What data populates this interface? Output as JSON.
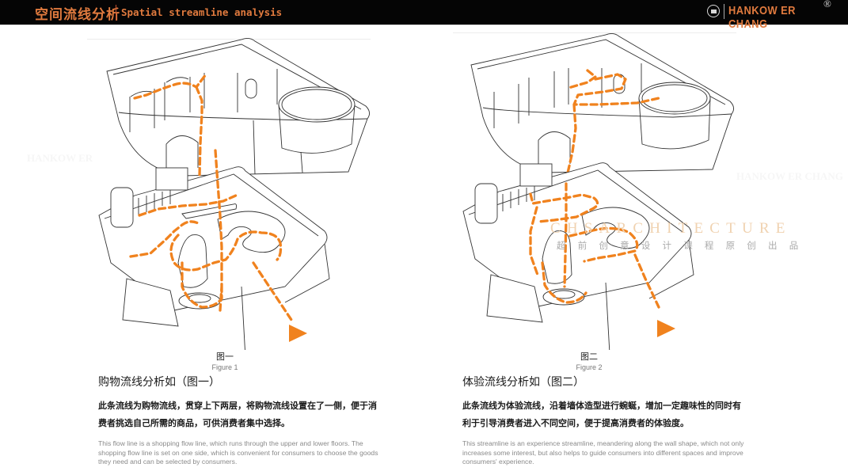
{
  "header": {
    "title_cn": "空间流线分析",
    "title_en": "Spatial streamline analysis",
    "brand_name": "HANKOW ER CHANG",
    "brand_mark": "®",
    "brand_logo_icon": "hankow-logo-icon"
  },
  "figures": [
    {
      "caption_cn": "图一",
      "caption_en": "Figure 1",
      "section_title": "购物流线分析如（图一）",
      "description_cn": "此条流线为购物流线，贯穿上下两层，将购物流线设置在了一侧，便于消费者挑选自己所需的商品，可供消费者集中选择。",
      "description_en": "This flow line is a shopping flow line, which runs through the upper and lower floors. The shopping flow line is set on one side, which is convenient for consumers to choose the goods they need and can be selected by consumers."
    },
    {
      "caption_cn": "图二",
      "caption_en": "Figure 2",
      "section_title": "体验流线分析如（图二）",
      "description_cn": "此条流线为体验流线，沿着墙体造型进行蜿蜒，增加一定趣味性的同时有利于引导消费者进入不同空间，便于提高消费者的体验度。",
      "description_en": "This streamline is an experience streamline, meandering along the wall shape, which not only increases some interest, but also helps to guide consumers into different spaces and improve consumers' experience."
    }
  ],
  "watermark": {
    "en": "CHSARCHITECTURE",
    "cn": "超前创意设计课程原创出品",
    "ghost_left": "HANKOW ER",
    "ghost_right": "HANKOW ER CHANG"
  },
  "colors": {
    "accent": "#e07a3e",
    "flow_line": "#f0821e",
    "header_bg": "#050505"
  }
}
